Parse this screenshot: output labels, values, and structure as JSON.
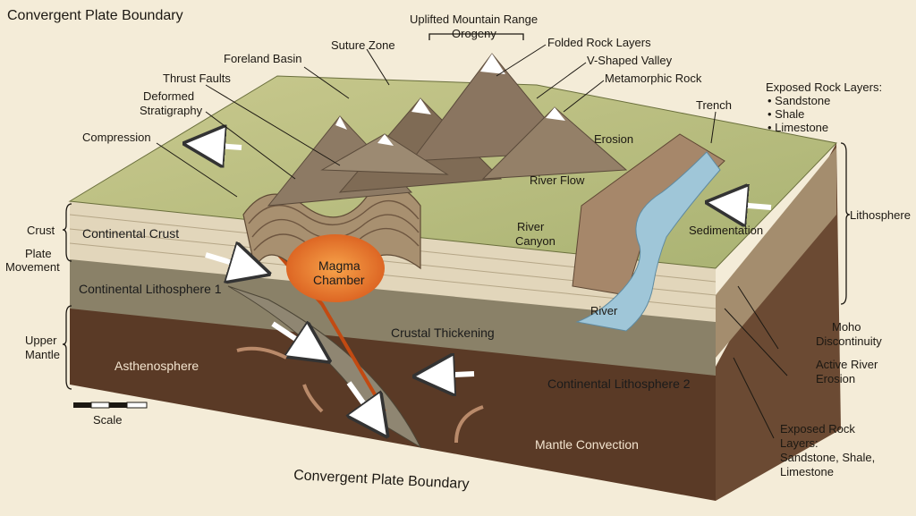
{
  "title": "Convergent Plate Boundary",
  "bottom_title": "Convergent Plate Boundary",
  "scale_label": "Scale",
  "top_labels": {
    "uplifted": "Uplifted Mountain Range",
    "orogeny": "Orogeny",
    "suture_zone": "Suture Zone",
    "foreland_basin": "Foreland Basin",
    "thrust_faults": "Thrust Faults",
    "deformed_1": "Deformed",
    "deformed_2": "Stratigraphy",
    "compression": "Compression",
    "folded_rock": "Folded Rock Layers",
    "v_valley": "V-Shaped Valley",
    "metamorphic": "Metamorphic Rock",
    "trench": "Trench",
    "exposed_title": "Exposed Rock Layers:",
    "exposed_items": [
      "• Sandstone",
      "• Shale",
      "• Limestone"
    ]
  },
  "side_labels": {
    "crust": "Crust",
    "plate_1": "Plate",
    "plate_2": "Movement",
    "upper_1": "Upper",
    "upper_2": "Mantle",
    "lithosphere": "Lithosphere",
    "moho_1": "Moho",
    "moho_2": "Discontinuity",
    "active_1": "Active River",
    "active_2": "Erosion",
    "exposed_b": [
      "Exposed Rock",
      "Layers:",
      "Sandstone, Shale,",
      "Limestone"
    ]
  },
  "block_labels": {
    "continental_crust": "Continental Crust",
    "continental_litho_1": "Continental Lithosphere 1",
    "asthenosphere": "Asthenosphere",
    "magma_1": "Magma",
    "magma_2": "Chamber",
    "crustal_thickening": "Crustal Thickening",
    "continental_litho_2": "Continental Lithosphere 2",
    "mantle_convection": "Mantle Convection",
    "erosion": "Erosion",
    "river_flow": "River Flow",
    "river_canyon_1": "River",
    "river_canyon_2": "Canyon",
    "sedimentation": "Sedimentation",
    "river": "River"
  },
  "colors": {
    "paper": "#f4ecd8",
    "land": "#b9bf7e",
    "crust": "#e2d6bb",
    "lithosphere": "#8a8168",
    "mantle": "#5a3a26",
    "magma": "#e8742a",
    "river": "#9fc6d8"
  }
}
